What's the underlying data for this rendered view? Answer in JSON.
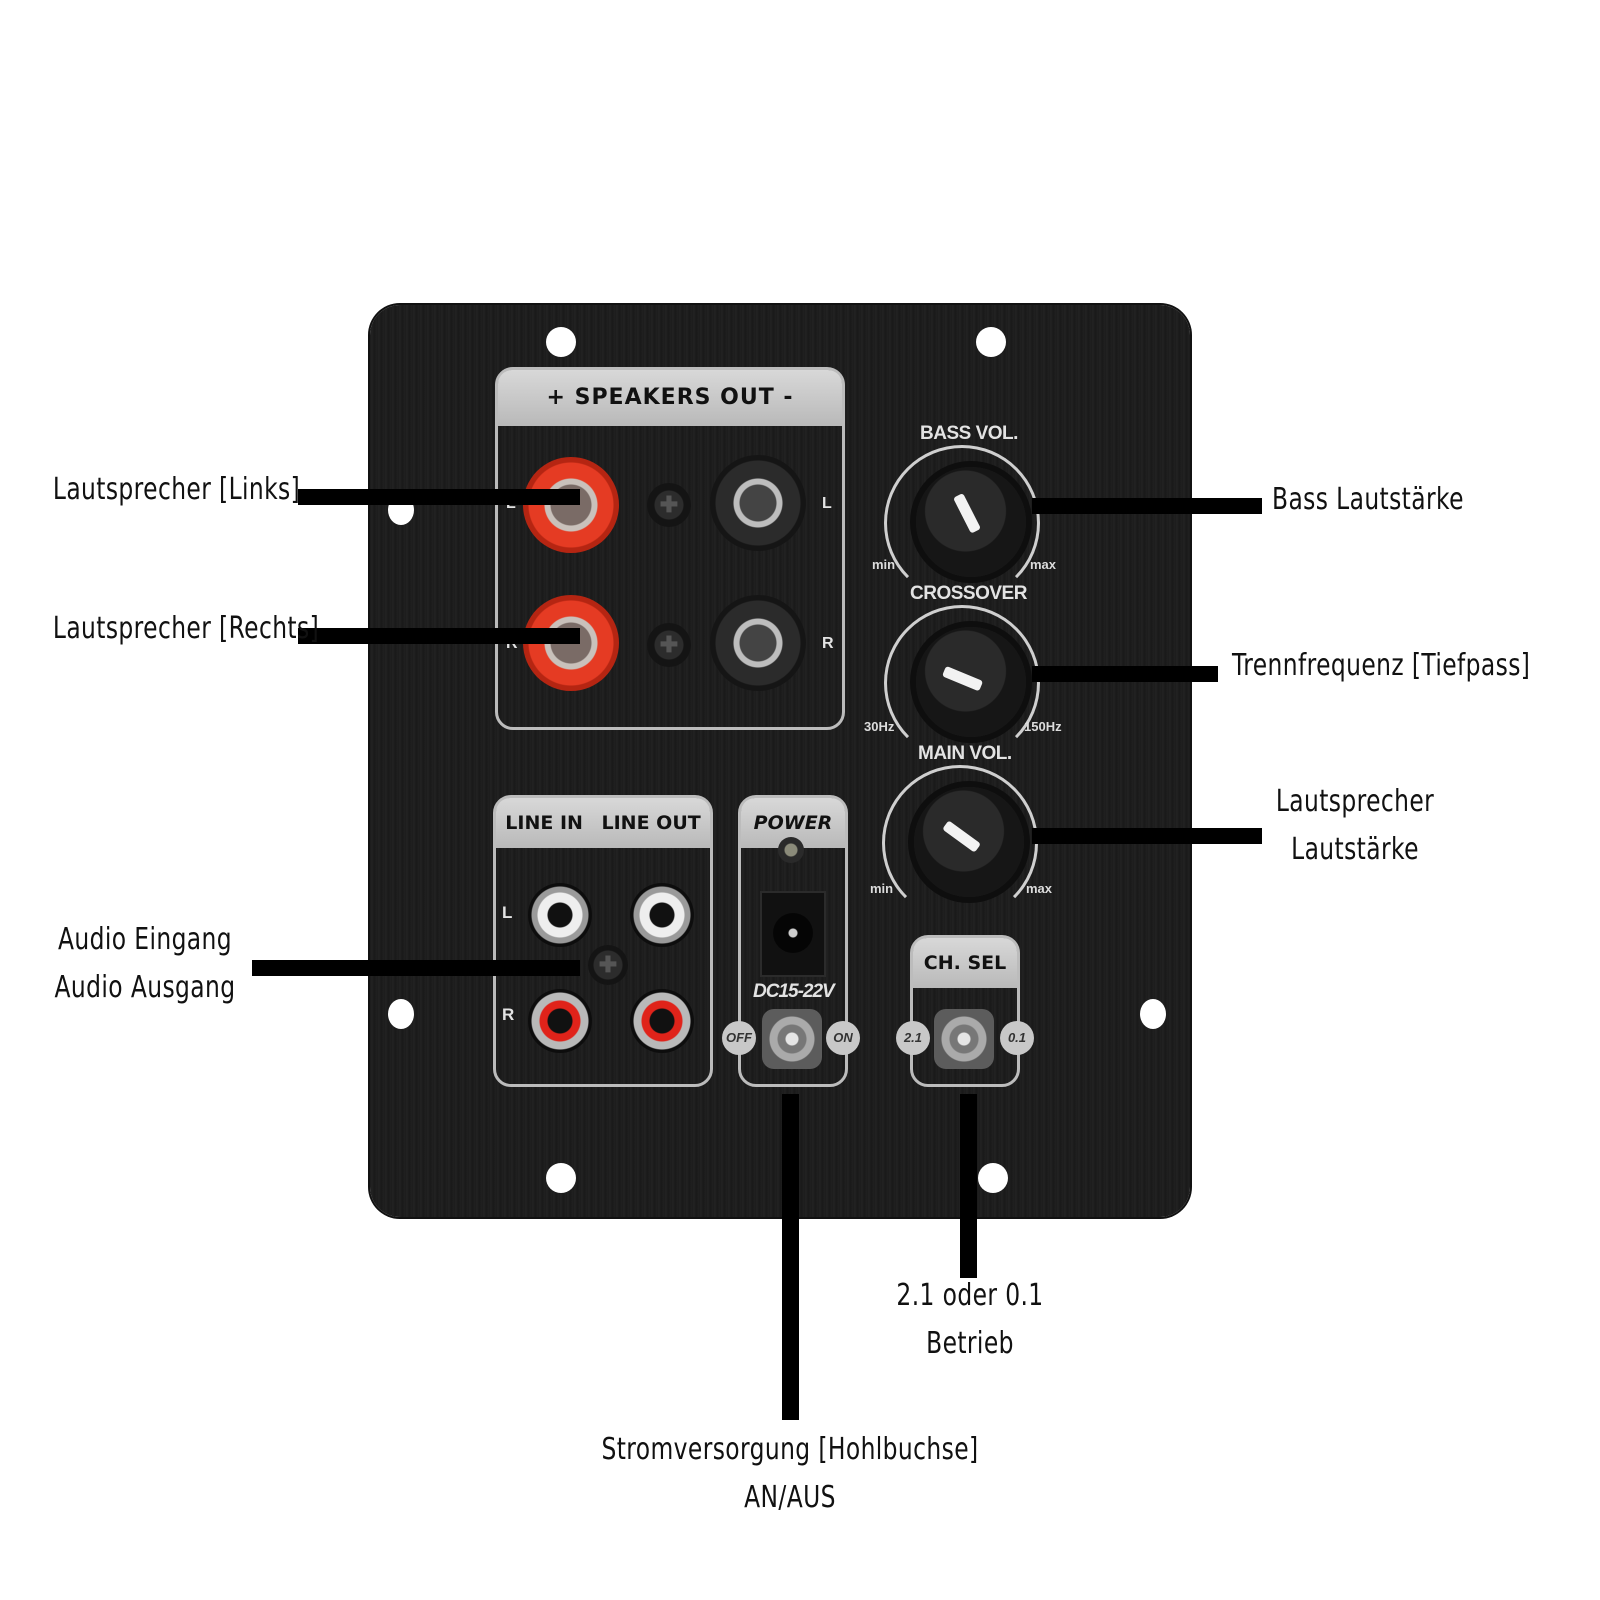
{
  "panel": {
    "speakers_out": {
      "title": "+ SPEAKERS OUT -",
      "left_channel_label": "L",
      "right_channel_label": "R"
    },
    "line_section": {
      "line_in_label": "LINE IN",
      "line_out_label": "LINE OUT",
      "left_label": "L",
      "right_label": "R"
    },
    "power_section": {
      "title": "POWER",
      "dc_rating": "DC15-22V",
      "off_label": "OFF",
      "on_label": "ON"
    },
    "channel_select": {
      "title": "CH. SEL",
      "option_a": "2.1",
      "option_b": "0.1"
    },
    "knobs": [
      {
        "title": "BASS VOL.",
        "min_label": "min",
        "max_label": "max",
        "setting_fraction": 0.4
      },
      {
        "title": "CROSSOVER",
        "min_label": "30Hz",
        "max_label": "150Hz",
        "setting_fraction": 0.25
      },
      {
        "title": "MAIN VOL.",
        "min_label": "min",
        "max_label": "max",
        "setting_fraction": 0.3
      }
    ]
  },
  "annotations": {
    "speaker_left": "Lautsprecher [Links]",
    "speaker_right": "Lautsprecher [Rechts]",
    "audio_io_line1": "Audio Eingang",
    "audio_io_line2": "Audio Ausgang",
    "bass_volume": "Bass Lautstärke",
    "crossover": "Trennfrequenz [Tiefpass]",
    "main_volume_line1": "Lautsprecher",
    "main_volume_line2": "Lautstärke",
    "channel_mode_line1": "2.1 oder 0.1",
    "channel_mode_line2": "Betrieb",
    "power_line1": "Stromversorgung [Hohlbuchse]",
    "power_line2": "AN/AUS"
  },
  "colors": {
    "panel": "#1e1e1e",
    "silver": "#c4c4c4",
    "red_terminal": "#e53b23",
    "leader_lines": "#000000"
  }
}
